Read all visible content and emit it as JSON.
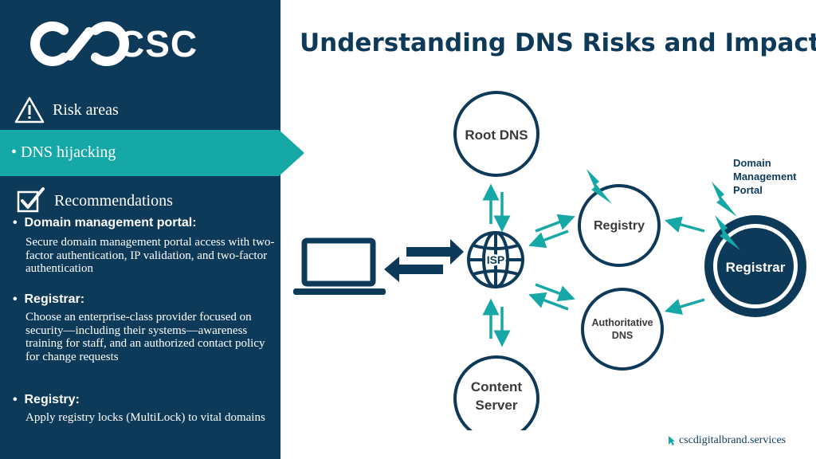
{
  "brand": {
    "name": "CSC"
  },
  "title": "Understanding DNS Risks and Impact",
  "sidebar": {
    "risk_label": "Risk areas",
    "hijack_label": "• DNS hijacking",
    "rec_label": "Recommendations",
    "items": [
      {
        "head": "Domain management portal:",
        "body": "Secure domain management portal access with two-factor authentication, IP validation, and two-factor authentication"
      },
      {
        "head": "Registrar:",
        "body": "Choose an enterprise-class provider focused on security—including their systems—awareness training for staff, and an authorized contact policy for change requests"
      },
      {
        "head": "Registry:",
        "body": "Apply registry locks (MultiLock) to vital domains"
      }
    ]
  },
  "diagram": {
    "nodes": {
      "root_dns": "Root DNS",
      "isp": "ISP",
      "content_server": "Content Server",
      "registry": "Registry",
      "authoritative_dns": "Authoritative DNS",
      "registrar": "Registrar",
      "portal": "Domain Management Portal"
    }
  },
  "footer": {
    "url": "cscdigitalbrand.services"
  },
  "colors": {
    "navy": "#0e3a5a",
    "teal": "#16a7a7"
  },
  "icons": [
    "warning-icon",
    "checkbox-icon",
    "laptop-icon",
    "globe-icon",
    "lightning-icon",
    "cursor-icon"
  ]
}
